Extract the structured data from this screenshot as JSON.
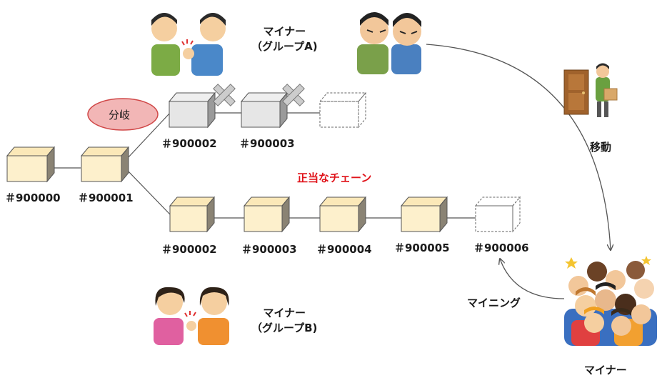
{
  "colors": {
    "block_face": "#fdf0cc",
    "block_top": "#fbe8b8",
    "block_side": "#8a8374",
    "block_gray": "#e6e6e6",
    "block_gray_side": "#9a9a9a",
    "branch_fill": "#f2b6b6",
    "branch_stroke": "#d04848",
    "valid_chain_text": "#e0141b",
    "x_mark": "#cccccc"
  },
  "blocks": {
    "b0": "＃900000",
    "b1": "＃900001",
    "branch_a": [
      "＃900002",
      "＃900003"
    ],
    "branch_b": [
      "＃900002",
      "＃900003",
      "＃900004",
      "＃900005",
      "＃900006"
    ]
  },
  "labels": {
    "fork": "分岐",
    "valid_chain": "正当なチェーン",
    "move": "移動",
    "mining": "マイニング",
    "miners": "マイナー"
  },
  "groups": {
    "a": {
      "line1": "マイナー",
      "line2": "（グループA)"
    },
    "b": {
      "line1": "マイナー",
      "line2": "（グループB)"
    }
  },
  "icons": [
    "handshake-men-icon",
    "angry-men-icon",
    "moving-person-icon",
    "handshake-women-icon",
    "crowd-icon",
    "cross-icon"
  ]
}
